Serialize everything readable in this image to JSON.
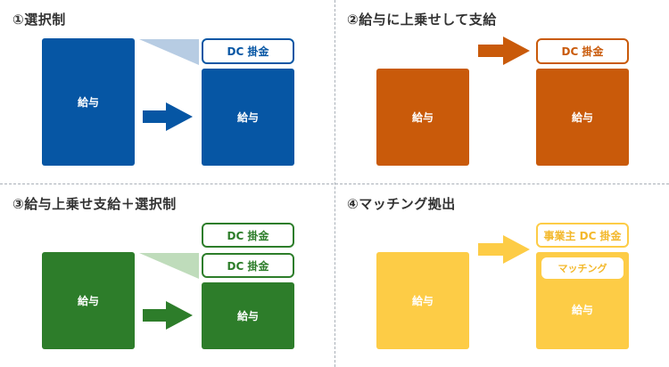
{
  "colors": {
    "blue": "#0656a4",
    "orange": "#c95a0a",
    "green": "#2d7d2a",
    "yellow": "#fdcc46",
    "yellow_text": "#f3b82b",
    "blue_triangle": "#b7cce3",
    "green_triangle": "#bfdcbb"
  },
  "panel1": {
    "title": "①選択制",
    "left_box": "給与",
    "right_box": "給与",
    "pill": "DC 掛金"
  },
  "panel2": {
    "title": "②給与に上乗せして支給",
    "left_box": "給与",
    "right_box": "給与",
    "pill": "DC 掛金"
  },
  "panel3": {
    "title": "③給与上乗せ支給＋選択制",
    "left_box": "給与",
    "right_box": "給与",
    "pill_top": "DC 掛金",
    "pill_bottom": "DC 掛金"
  },
  "panel4": {
    "title": "④マッチング拠出",
    "left_box": "給与",
    "right_box": "給与",
    "pill": "事業主 DC 掛金",
    "inner_pill": "マッチング"
  }
}
